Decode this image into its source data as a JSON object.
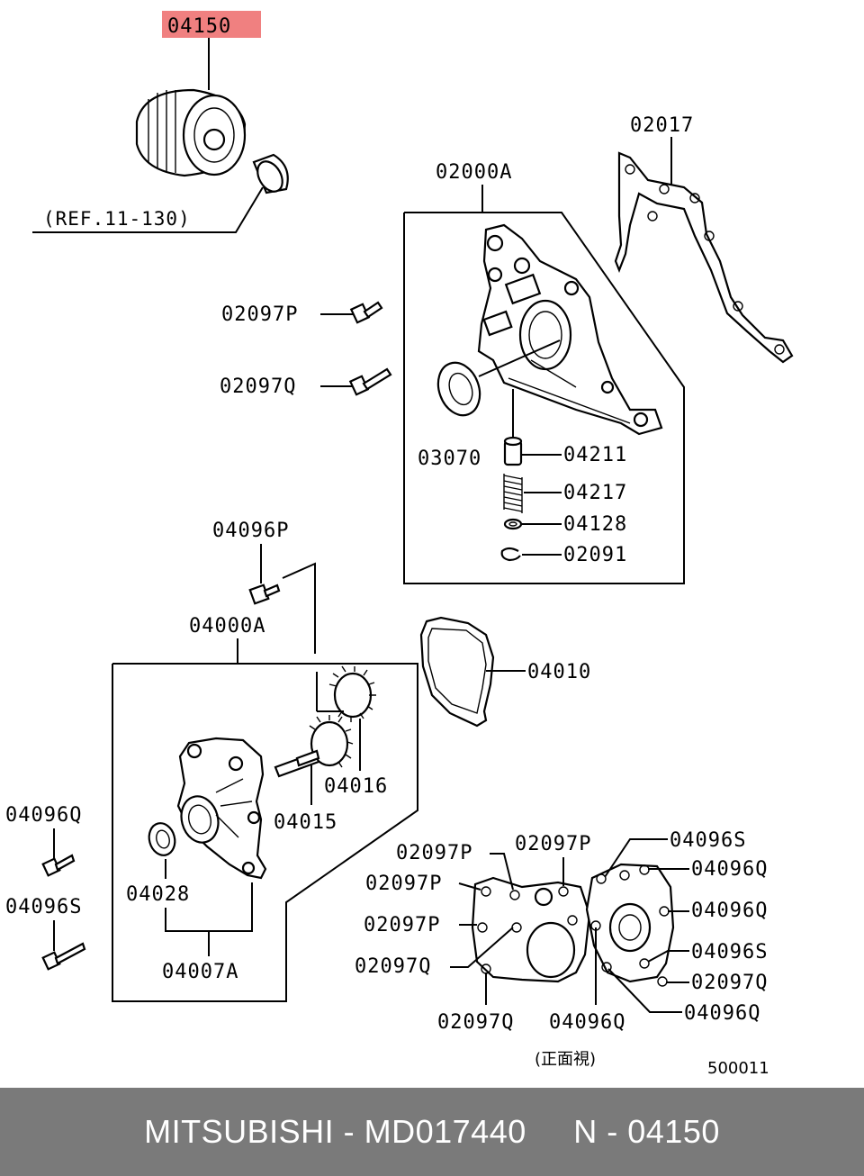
{
  "diagram": {
    "highlight_color": "#f08080",
    "labels": {
      "p04150": "04150",
      "ref": "(REF.11-130)",
      "p02017": "02017",
      "p02000A": "02000A",
      "p02097P_top": "02097P",
      "p02097Q_top": "02097Q",
      "p03070": "03070",
      "p04211": "04211",
      "p04217": "04217",
      "p04128": "04128",
      "p02091": "02091",
      "p04096P": "04096P",
      "p04000A": "04000A",
      "p04010": "04010",
      "p04016": "04016",
      "p04015": "04015",
      "p04096Q_left": "04096Q",
      "p04028": "04028",
      "p04096S_left": "04096S",
      "p04007A": "04007A",
      "f02097P_a": "02097P",
      "f02097P_b": "02097P",
      "f02097P_c": "02097P",
      "f02097P_d": "02097P",
      "f02097Q_a": "02097Q",
      "f02097Q_b": "02097Q",
      "f04096S_a": "04096S",
      "f04096Q_a": "04096Q",
      "f04096Q_b": "04096Q",
      "f04096S_b": "04096S",
      "f02097Q_c": "02097Q",
      "f04096Q_c": "04096Q",
      "f04096Q_d": "04096Q",
      "front_view": "(正面視)",
      "diagram_id": "500011"
    }
  },
  "footer": {
    "brand": "MITSUBISHI",
    "part_number": "MD017440",
    "ref_code": "N - 04150"
  }
}
